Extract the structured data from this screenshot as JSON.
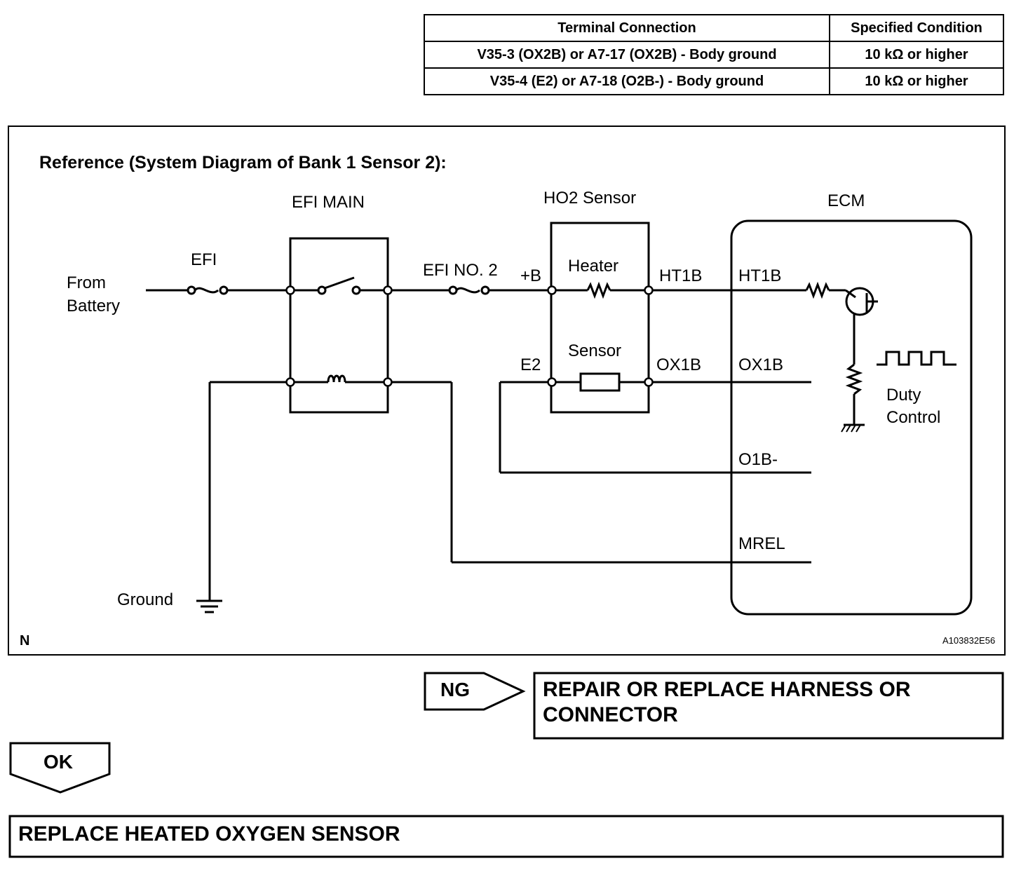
{
  "spec_table": {
    "headers": [
      "Terminal Connection",
      "Specified Condition"
    ],
    "rows": [
      [
        "V35-3 (OX2B) or A7-17 (OX2B) - Body ground",
        "10 kΩ or higher"
      ],
      [
        "V35-4 (E2) or A7-18 (O2B-) - Body ground",
        "10 kΩ or higher"
      ]
    ]
  },
  "diagram": {
    "title": "Reference (System Diagram of Bank 1 Sensor 2):",
    "from_battery_1": "From",
    "from_battery_2": "Battery",
    "efi": "EFI",
    "efi_main": "EFI MAIN",
    "efi_no2": "EFI NO. 2",
    "ho2_sensor": "HO2 Sensor",
    "heater": "Heater",
    "sensor": "Sensor",
    "plus_b": "+B",
    "e2": "E2",
    "ht1b_sensor": "HT1B",
    "ox1b_sensor": "OX1B",
    "ecm": "ECM",
    "ht1b_ecm": "HT1B",
    "ox1b_ecm": "OX1B",
    "o1b_minus": "O1B-",
    "mrel": "MREL",
    "duty_1": "Duty",
    "duty_2": "Control",
    "ground": "Ground",
    "corner_mark": "N",
    "figure_id": "A103832E56"
  },
  "flow": {
    "ng_label": "NG",
    "ng_action": "REPAIR OR REPLACE HARNESS OR CONNECTOR",
    "ok_label": "OK",
    "ok_action": "REPLACE HEATED OXYGEN SENSOR"
  }
}
